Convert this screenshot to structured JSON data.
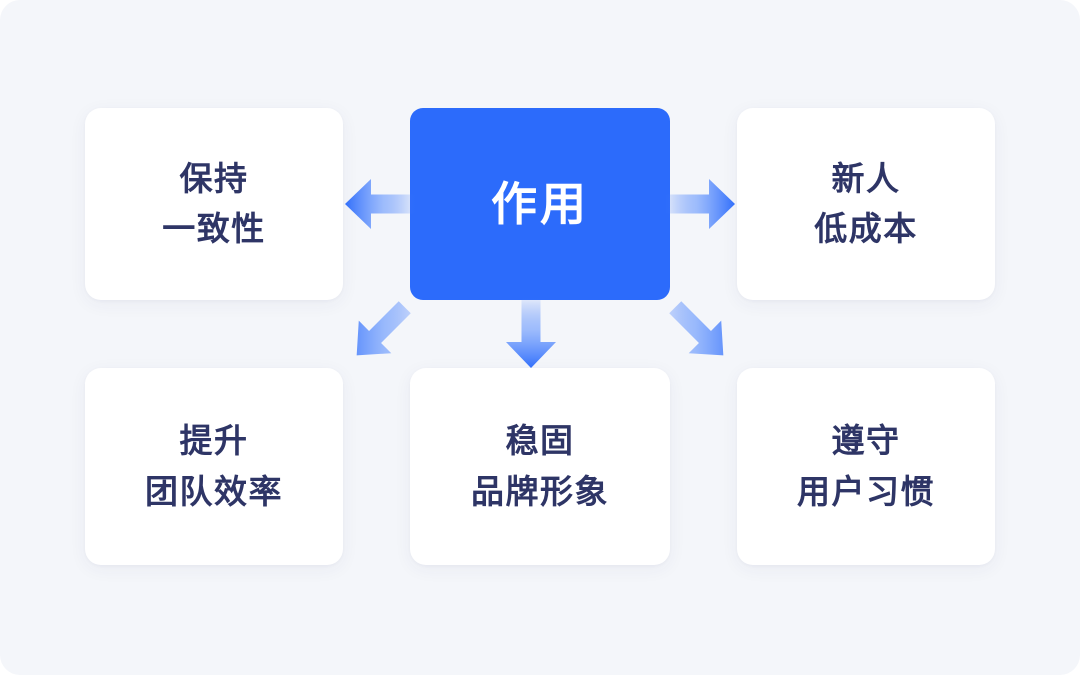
{
  "page": {
    "background_color": "#f4f6fa",
    "accent_color": "#2c6bfb",
    "text_color": "#2e3566",
    "hub_text_color": "#ffffff"
  },
  "hub": {
    "label": "作用"
  },
  "cards": [
    {
      "id": "top-left",
      "line1": "保持",
      "line2": "一致性"
    },
    {
      "id": "top-right",
      "line1": "新人",
      "line2": "低成本"
    },
    {
      "id": "bottom-left",
      "line1": "提升",
      "line2": "团队效率"
    },
    {
      "id": "bottom-center",
      "line1": "稳固",
      "line2": "品牌形象"
    },
    {
      "id": "bottom-right",
      "line1": "遵守",
      "line2": "用户习惯"
    }
  ],
  "arrows": [
    {
      "id": "arrow-left",
      "direction": "left"
    },
    {
      "id": "arrow-right",
      "direction": "right"
    },
    {
      "id": "arrow-down-left",
      "direction": "down-left"
    },
    {
      "id": "arrow-down",
      "direction": "down"
    },
    {
      "id": "arrow-down-right",
      "direction": "down-right"
    }
  ]
}
